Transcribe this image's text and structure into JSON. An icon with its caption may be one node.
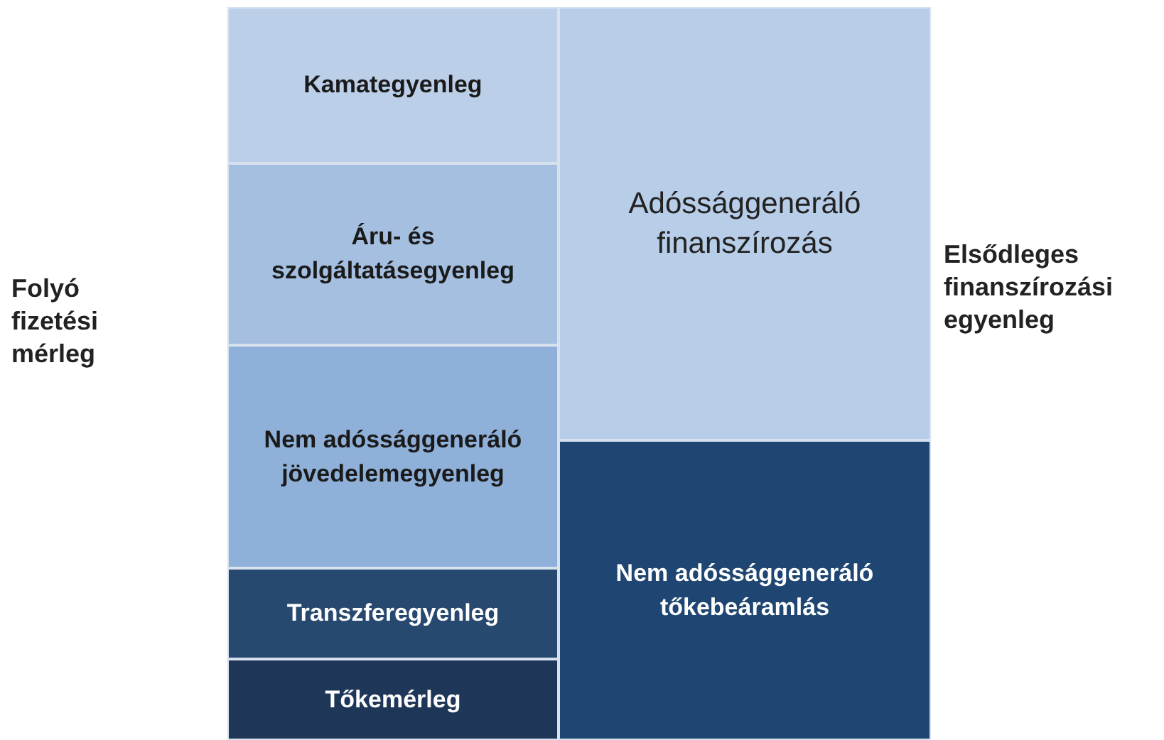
{
  "diagram": {
    "nodes": [
      {
        "text": [
          "Kamategyenleg"
        ]
      },
      {
        "text": [
          "Áru- és szolgáltatásegyenleg"
        ]
      },
      {
        "text": [
          "Nem adóssággeneráló jövedelemegyenleg"
        ]
      },
      {
        "text": [
          "Transzferegyenleg"
        ]
      },
      {
        "text": [
          "Tőkemérleg"
        ]
      },
      {
        "text": [
          "Adóssággeneráló finanszírozás"
        ]
      },
      {
        "text": [
          "Nem adóssággeneráló tőkebeáramlás"
        ]
      }
    ],
    "labels": [
      "Folyó fizetési mérleg",
      "Elsődleges finanszírozási egyenleg"
    ]
  }
}
